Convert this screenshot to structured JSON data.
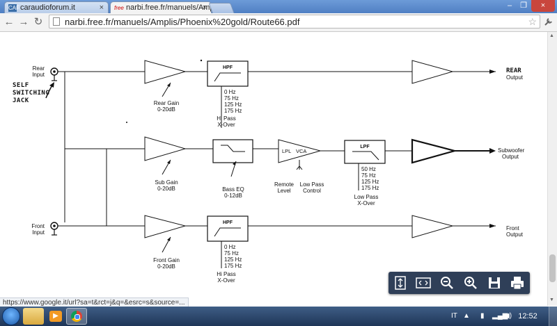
{
  "browser": {
    "tabs": [
      {
        "favicon_text": "CAF",
        "title": "caraudioforum.it",
        "active": false
      },
      {
        "favicon_text": "free",
        "title": "narbi.free.fr/manuels/Amp",
        "active": true
      }
    ],
    "url": "narbi.free.fr/manuels/Amplis/Phoenix%20gold/Route66.pdf",
    "status_url": "https://www.google.it/url?sa=t&rct=j&q=&esrc=s&source=...",
    "window_controls": [
      "minimize",
      "restore",
      "close"
    ]
  },
  "diagram": {
    "rear_input": [
      "Rear",
      "Input"
    ],
    "front_input": [
      "Front",
      "Input"
    ],
    "handwritten_note": [
      "SELF",
      "SWITCHING",
      "JACK"
    ],
    "rear_gain": [
      "Rear Gain",
      "0-20dB"
    ],
    "sub_gain": [
      "Sub Gain",
      "0-20dB"
    ],
    "front_gain": [
      "Front Gain",
      "0-20dB"
    ],
    "hpf_label": "HPF",
    "hpf_freqs": [
      "0 Hz",
      "75 Hz",
      "125 Hz",
      "175 Hz"
    ],
    "hi_pass": [
      "Hi Pass",
      "X-Over"
    ],
    "bass_eq": [
      "Bass EQ",
      "0-12dB"
    ],
    "lpl_label": "LPL",
    "vca_label": "VCA",
    "remote_level": [
      "Remote",
      "Level"
    ],
    "low_pass_control": [
      "Low Pass",
      "Control"
    ],
    "lpf_label": "LPF",
    "lpf_freqs": [
      "50 Hz",
      "75 Hz",
      "125 Hz",
      "175 Hz"
    ],
    "low_pass_xover": [
      "Low Pass",
      "X-Over"
    ],
    "rear_output": [
      "REAR",
      "Output"
    ],
    "sub_output": [
      "Subwoofer",
      "Output"
    ],
    "front_output": [
      "Front",
      "Output"
    ]
  },
  "pdf_toolbar": [
    "fit-page-icon",
    "fit-width-icon",
    "zoom-out-icon",
    "zoom-in-icon",
    "save-icon",
    "print-icon"
  ],
  "taskbar": {
    "language": "IT",
    "clock": "12:52"
  },
  "colors": {
    "titlebar": "#5b89cc",
    "pdf_toolbar": "#2f3f58",
    "taskbar": "#2a4670"
  }
}
